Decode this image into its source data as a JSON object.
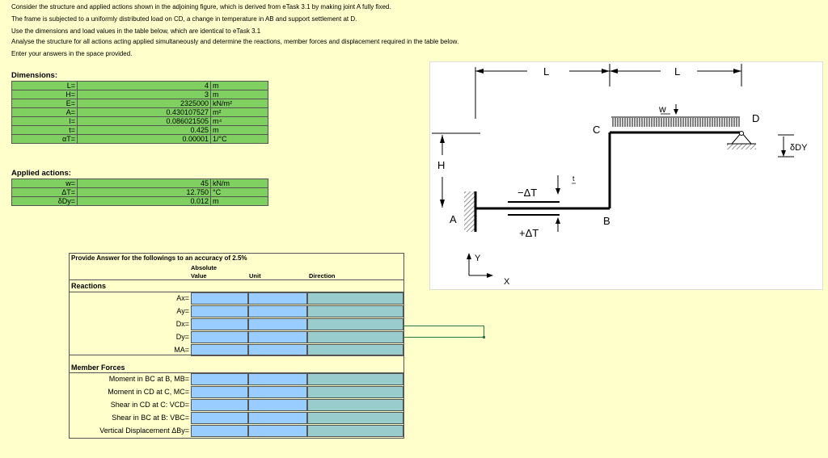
{
  "intro": {
    "line1": "Consider the structure and applied actions shown in the adjoining figure, which is derived from eTask 3.1 by making joint A fully fixed.",
    "line2": "The frame is subjected to a  uniformly distributed load on CD, a change in temperature in AB and support settlement at D.",
    "line3": "Use the dimensions and load values in the table below, which are identical to eTask 3.1",
    "line4": "Analyse the structure for all actions acting applied simultaneously and determine the reactions, member forces and displacement required in the table below.",
    "line5": "Enter your answers in the space provided."
  },
  "dimensions": {
    "title": "Dimensions:",
    "rows": [
      {
        "label": "L=",
        "value": "4",
        "unit": "m"
      },
      {
        "label": "H=",
        "value": "3",
        "unit": "m"
      },
      {
        "label": "E=",
        "value": "2325000",
        "unit": "kN/m²"
      },
      {
        "label": "A=",
        "value": "0.430107527",
        "unit": "m²"
      },
      {
        "label": "I=",
        "value": "0.086021505",
        "unit": "m⁴"
      },
      {
        "label": "t=",
        "value": "0.425",
        "unit": "m"
      },
      {
        "label": "αT=",
        "value": "0.00001",
        "unit": "1/°C"
      }
    ]
  },
  "actions": {
    "title": "Applied actions:",
    "rows": [
      {
        "label": "w=",
        "value": "45",
        "unit": "kN/m"
      },
      {
        "label": "ΔT=",
        "value": "12.750",
        "unit": "°C"
      },
      {
        "label": "δDy=",
        "value": "0.012",
        "unit": "m"
      }
    ]
  },
  "answer": {
    "title": "Provide Answer for the followings to an accuracy of 2.5%",
    "col_abs": "Absolute",
    "col_value": "Value",
    "col_unit": "Unit",
    "col_dir": "Direction",
    "reactions_title": "Reactions",
    "reactions": [
      {
        "label": "Ax="
      },
      {
        "label": "Ay="
      },
      {
        "label": "Dx="
      },
      {
        "label": "Dy="
      },
      {
        "label": "MA="
      }
    ],
    "member_title": "Member Forces",
    "members": [
      {
        "label": "Moment in BC at B, MB="
      },
      {
        "label": "Moment in CD at C, MC="
      },
      {
        "label": "Shear in CD at C: VCD="
      },
      {
        "label": "Shear in BC at B: VBC="
      },
      {
        "label": "Vertical Displacement ΔBy="
      }
    ]
  },
  "figure": {
    "L1": "L",
    "L2": "L",
    "H": "H",
    "w": "w",
    "A": "A",
    "B": "B",
    "C": "C",
    "D": "D",
    "dT_top": "−ΔT",
    "dT_bot": "+ΔT",
    "t": "t",
    "delta": "δDY",
    "Y": "Y",
    "X": "X"
  }
}
